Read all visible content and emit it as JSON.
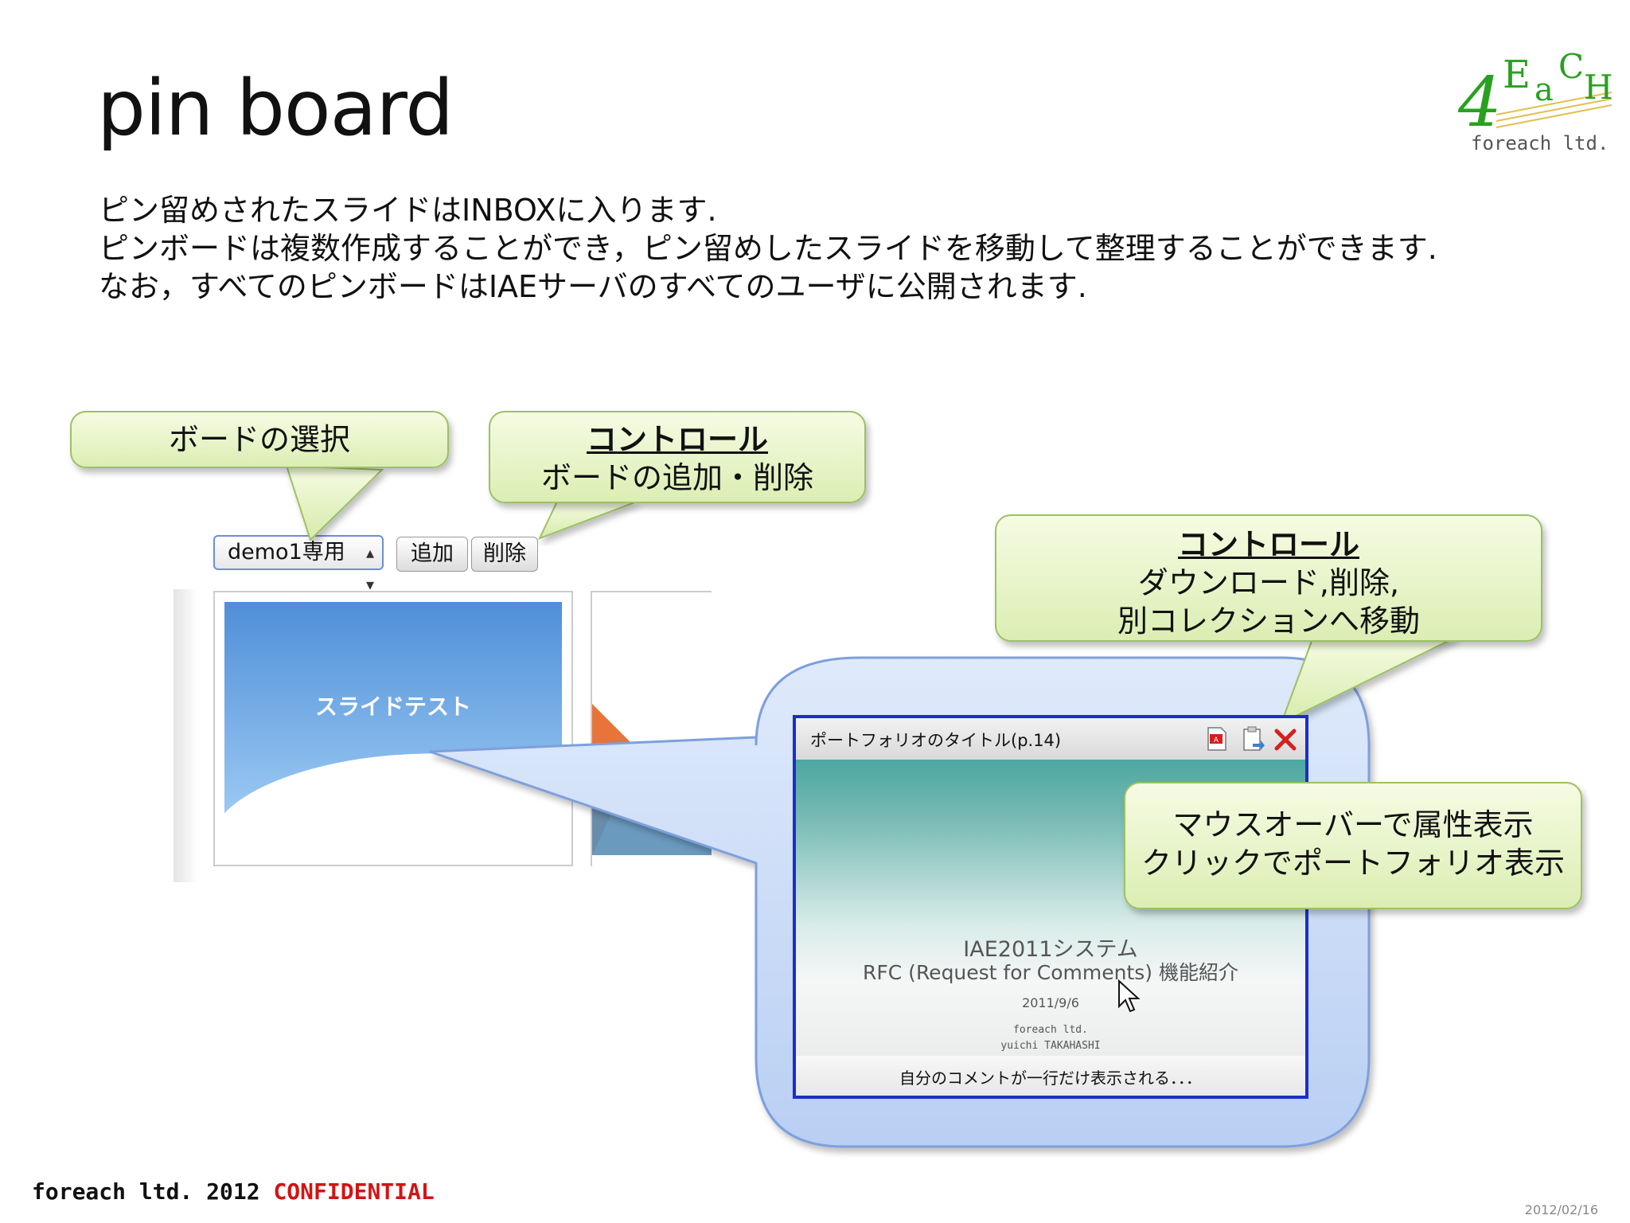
{
  "title": "pin board",
  "logo": {
    "mark": "4EaCH",
    "caption": "foreach ltd."
  },
  "intro": [
    "ピン留めされたスライドはINBOXに入ります.",
    "ピンボードは複数作成することができ，ピン留めしたスライドを移動して整理することができます.",
    "なお，すべてのピンボードはIAEサーバのすべてのユーザに公開されます."
  ],
  "callouts": {
    "board_select": {
      "label": "ボードの選択"
    },
    "board_control": {
      "heading": "コントロール",
      "body": "ボードの追加・削除"
    },
    "item_control": {
      "heading": "コントロール",
      "line1": "ダウンロード,削除,",
      "line2": "別コレクションへ移動"
    },
    "mouseover": {
      "line1": "マウスオーバーで属性表示",
      "line2": "クリックでポートフォリオ表示"
    }
  },
  "board_ui": {
    "select_value": "demo1専用",
    "add_button": "追加",
    "delete_button": "削除",
    "thumbnail_label": "スライドテスト"
  },
  "popup": {
    "title": "ポートフォリオのタイトル(p.14)",
    "slide_title": "IAE2011システム",
    "slide_subtitle": "RFC (Request for Comments) 機能紹介",
    "slide_date": "2011/9/6",
    "slide_company": "foreach ltd.",
    "slide_author": "yuichi TAKAHASHI",
    "comment": "自分のコメントが一行だけ表示される．．．",
    "icons": [
      "pdf-download-icon",
      "move-collection-icon",
      "delete-icon"
    ]
  },
  "footer": {
    "company": "foreach ltd. 2012",
    "confidential": "CONFIDENTIAL",
    "date": "2012/02/16"
  },
  "colors": {
    "callout_fill": "#dbeeb3",
    "callout_border": "#9cc164",
    "bubble_fill": "#c9dcf6",
    "popup_border": "#1b2ec9",
    "confidential": "#d21414"
  }
}
